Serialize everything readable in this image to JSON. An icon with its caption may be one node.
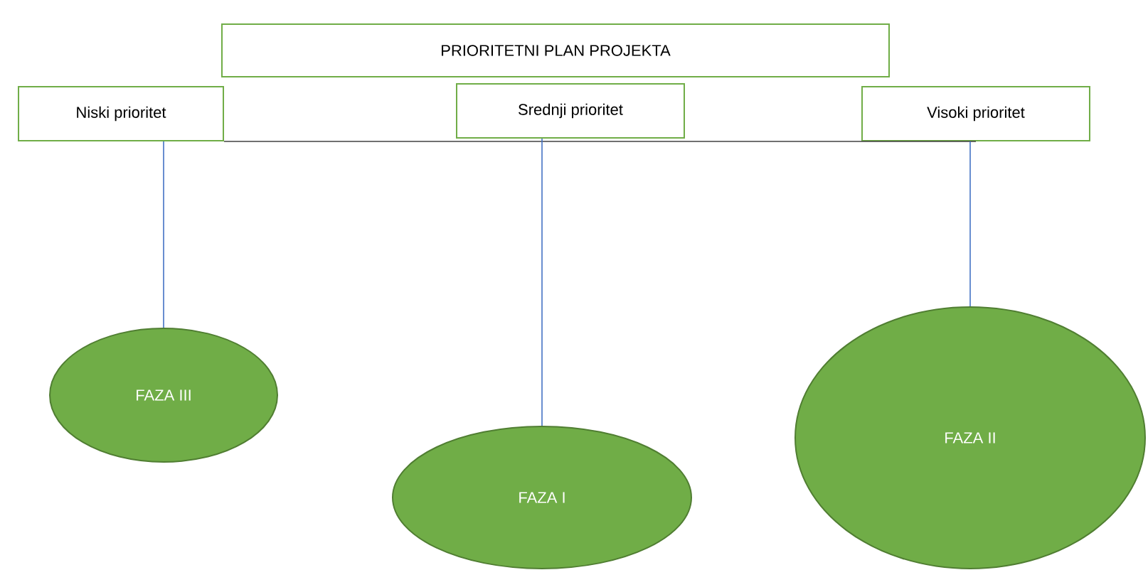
{
  "diagram": {
    "nodes": [
      {
        "text": [
          "PRIORITETNI PLAN PROJEKTA"
        ]
      },
      {
        "text": [
          "Niski prioritet"
        ]
      },
      {
        "text": [
          "Srednji prioritet"
        ]
      },
      {
        "text": [
          "Visoki prioritet"
        ]
      },
      {
        "text": [
          "FAZA III"
        ]
      },
      {
        "text": [
          "FAZA I"
        ]
      },
      {
        "text": [
          "FAZA II"
        ]
      }
    ],
    "edges": [
      {
        "from": 1,
        "to": 3,
        "arrow": "none",
        "color": "#404040"
      },
      {
        "from": 1,
        "to": 4,
        "arrow": "none"
      },
      {
        "from": 2,
        "to": 5,
        "arrow": "none"
      },
      {
        "from": 3,
        "to": 6,
        "arrow": "none"
      }
    ]
  }
}
